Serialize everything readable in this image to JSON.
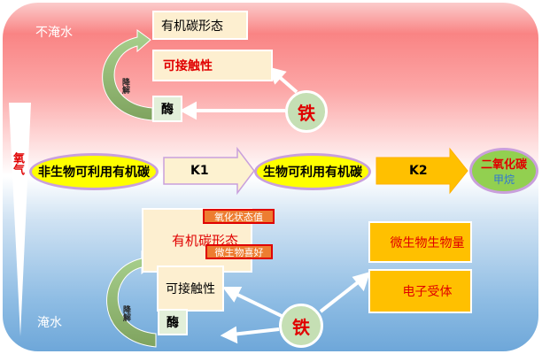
{
  "top": {
    "region_label": "不淹水",
    "carbon_form": "有机碳形态",
    "accessibility": "可接触性",
    "enzyme": "酶",
    "iron": "铁",
    "degradation": "降解"
  },
  "middle": {
    "oxygen": "氧气",
    "non_bio_carbon": "非生物可利用有机碳",
    "k1": "K1",
    "bio_carbon": "生物可利用有机碳",
    "k2": "K2",
    "co2": "二氧化碳",
    "methane": "甲烷"
  },
  "bottom": {
    "region_label": "淹水",
    "carbon_form": "有机碳形态",
    "oxidation_state": "氧化状态值",
    "microbe_preference": "微生物喜好",
    "accessibility": "可接触性",
    "enzyme": "酶",
    "iron": "铁",
    "degradation": "降解",
    "microbial_biomass": "微生物生物量",
    "electron_acceptor": "电子受体"
  },
  "colors": {
    "hourglass": "#e00000",
    "orange": "#ffc000",
    "yellow": "#ffff00",
    "green": "#92d050"
  }
}
